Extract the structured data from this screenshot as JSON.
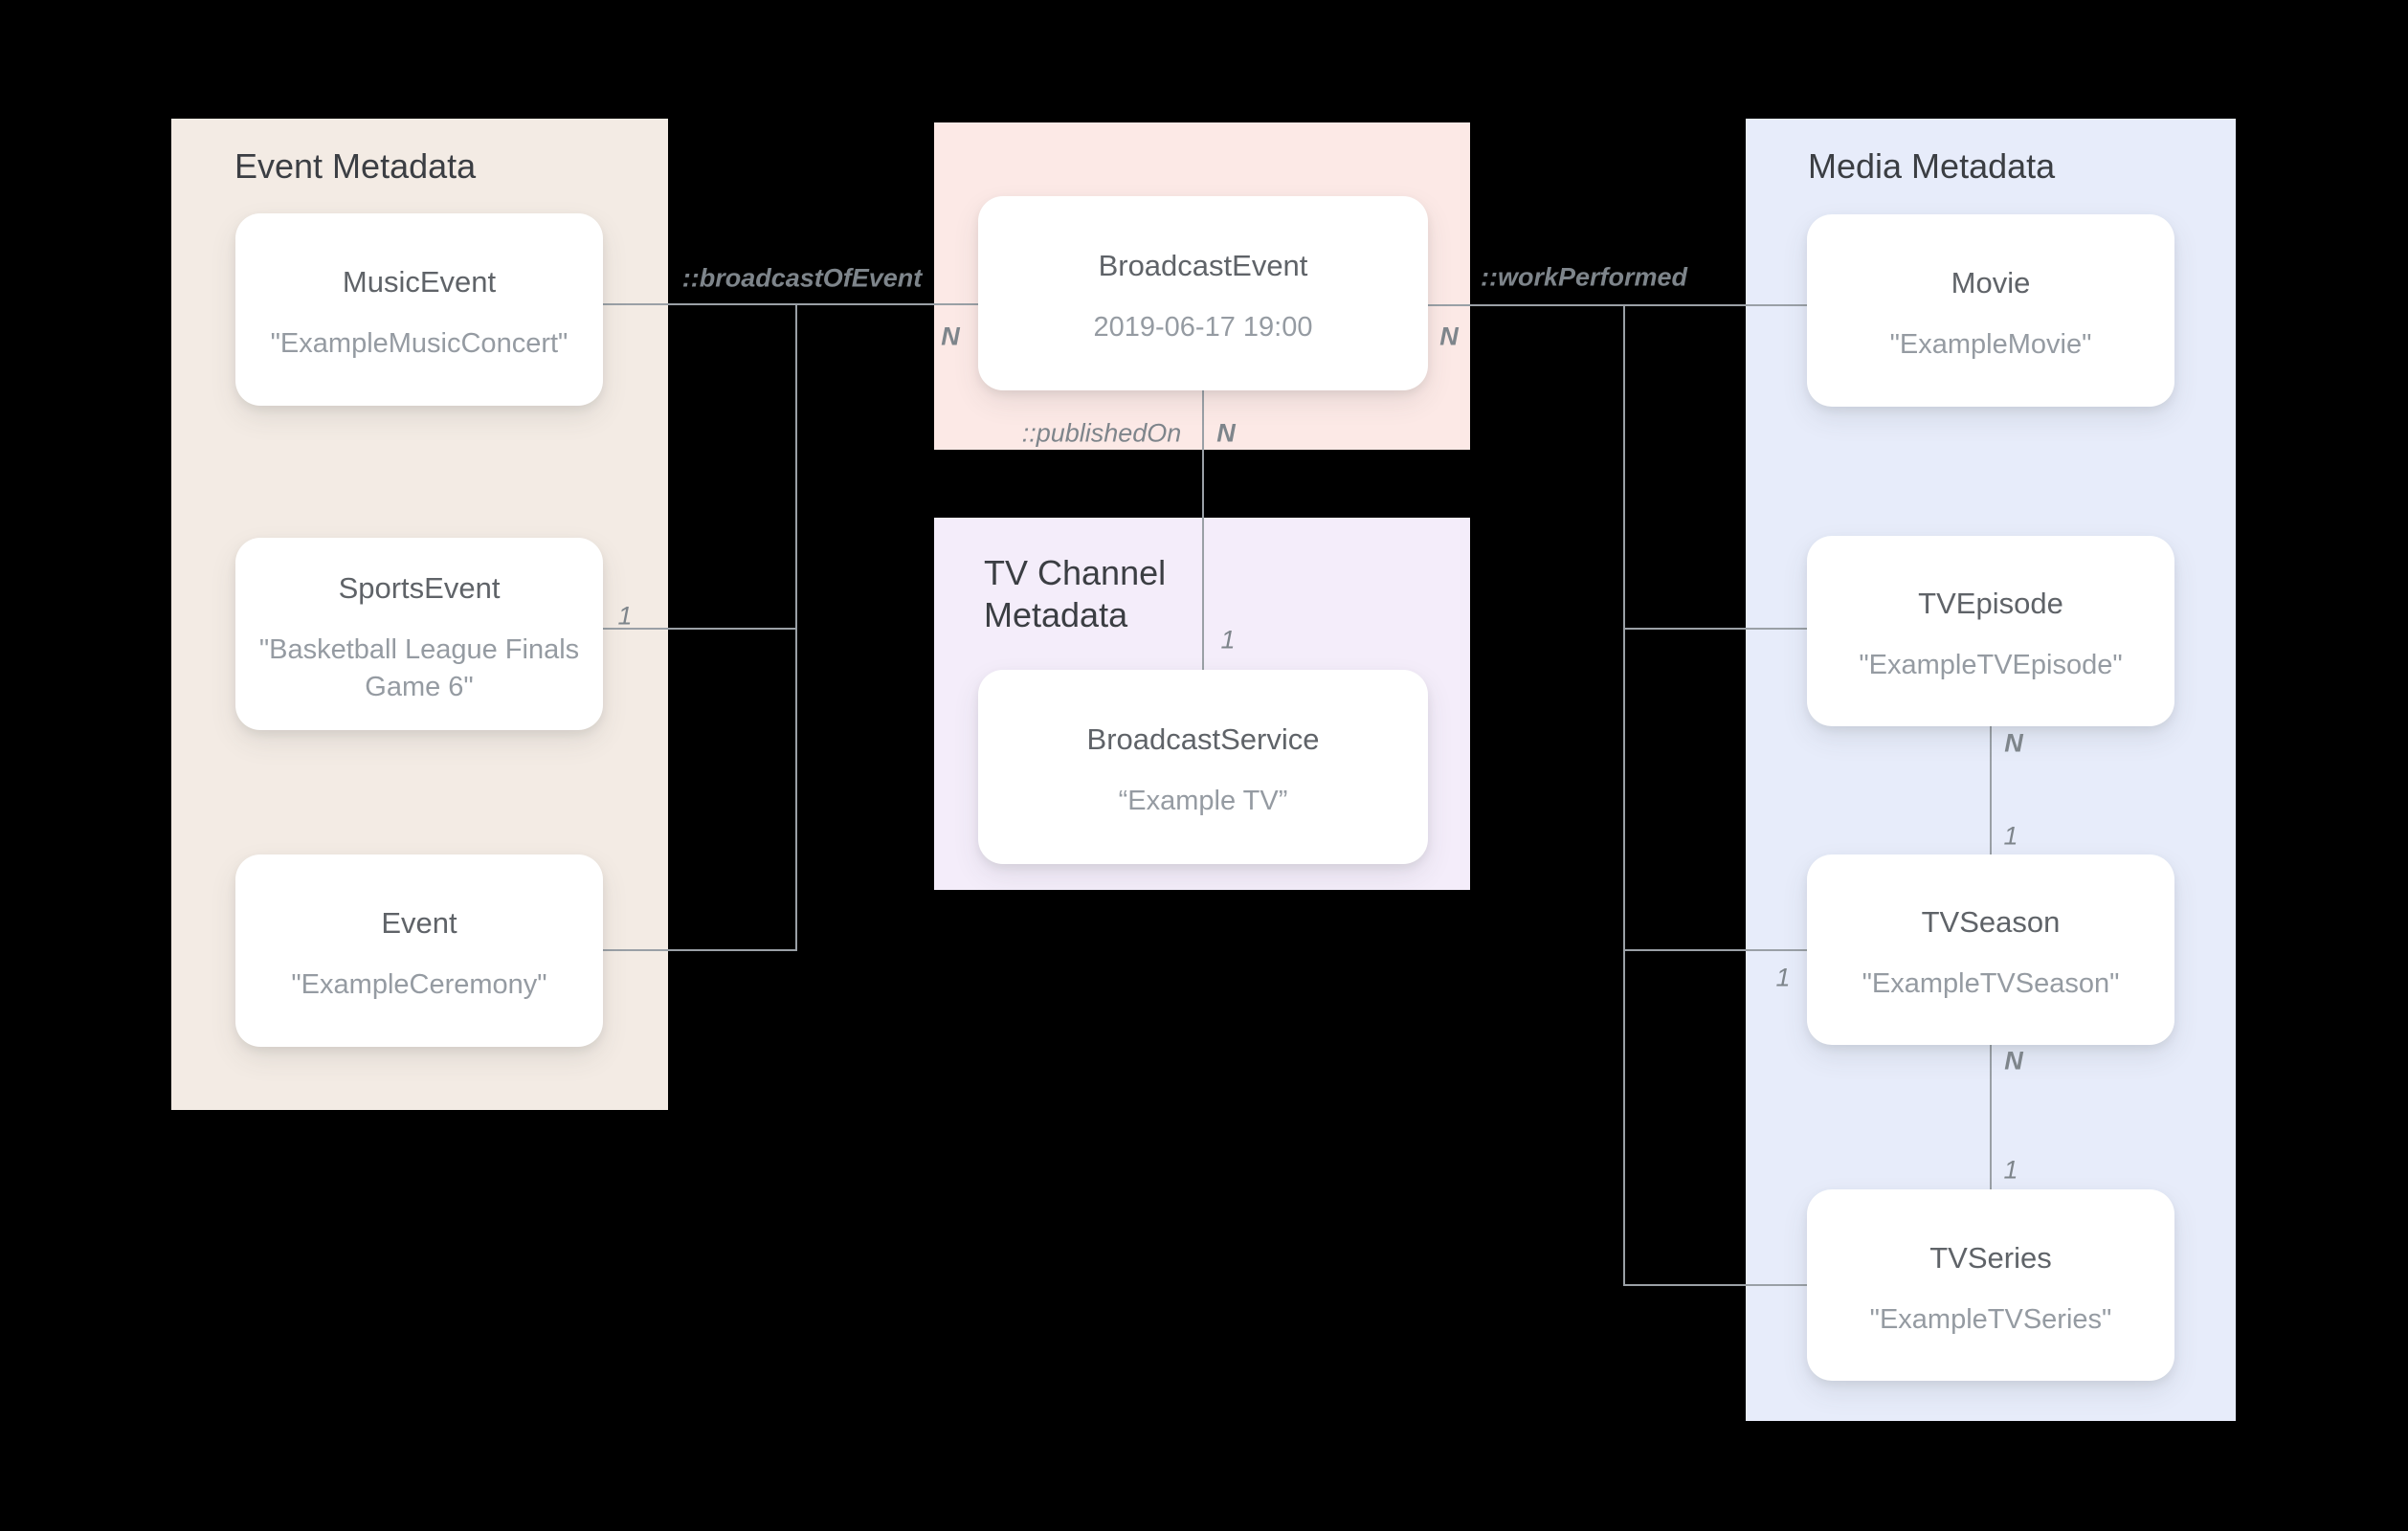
{
  "panels": {
    "event_metadata": {
      "title": "Event Metadata"
    },
    "tv_channel_metadata": {
      "title": "TV Channel Metadata"
    },
    "media_metadata": {
      "title": "Media Metadata"
    }
  },
  "nodes": {
    "music_event": {
      "name": "MusicEvent",
      "value": "\"ExampleMusicConcert\""
    },
    "sports_event": {
      "name": "SportsEvent",
      "value": "\"Basketball League Finals Game 6\""
    },
    "event": {
      "name": "Event",
      "value": "\"ExampleCeremony\""
    },
    "broadcast_event": {
      "name": "BroadcastEvent",
      "value": "2019-06-17 19:00"
    },
    "broadcast_service": {
      "name": "BroadcastService",
      "value": "“Example TV”"
    },
    "movie": {
      "name": "Movie",
      "value": "\"ExampleMovie\""
    },
    "tv_episode": {
      "name": "TVEpisode",
      "value": "\"ExampleTVEpisode\""
    },
    "tv_season": {
      "name": "TVSeason",
      "value": "\"ExampleTVSeason\""
    },
    "tv_series": {
      "name": "TVSeries",
      "value": "\"ExampleTVSeries\""
    }
  },
  "edges": {
    "broadcast_of_event": {
      "label": "::broadcastOfEvent",
      "from": "MusicEvent, SportsEvent, Event",
      "to": "BroadcastEvent"
    },
    "published_on": {
      "label": "::publishedOn",
      "from": "BroadcastEvent",
      "to": "BroadcastService"
    },
    "work_performed": {
      "label": "::workPerformed",
      "from": "BroadcastEvent",
      "to": "Movie, TVEpisode, TVSeason, TVSeries"
    }
  },
  "cardinalities": {
    "broadcastofevent_n_at_broadcastevent": "N",
    "broadcastofevent_1_at_sportsevent": "1",
    "publishedon_n_at_broadcastevent": "N",
    "publishedon_1_at_broadcastservice": "1",
    "workperformed_n_at_broadcastevent": "N",
    "workperformed_1_at_tvseason": "1",
    "episode_season_n": "N",
    "episode_season_1": "1",
    "season_series_n": "N",
    "season_series_1": "1"
  },
  "colors": {
    "background": "#000000",
    "panel-event": "#f3ebe4",
    "panel-broadcast": "#fce9e6",
    "panel-tv-channel": "#f4edfa",
    "panel-media": "#e7ecfa",
    "node-bg": "#ffffff",
    "line": "#9aa0a6",
    "title-text": "#3b3e43",
    "name-text": "#5f6368",
    "value-text": "#959ba2",
    "label-text": "#7e858b"
  }
}
